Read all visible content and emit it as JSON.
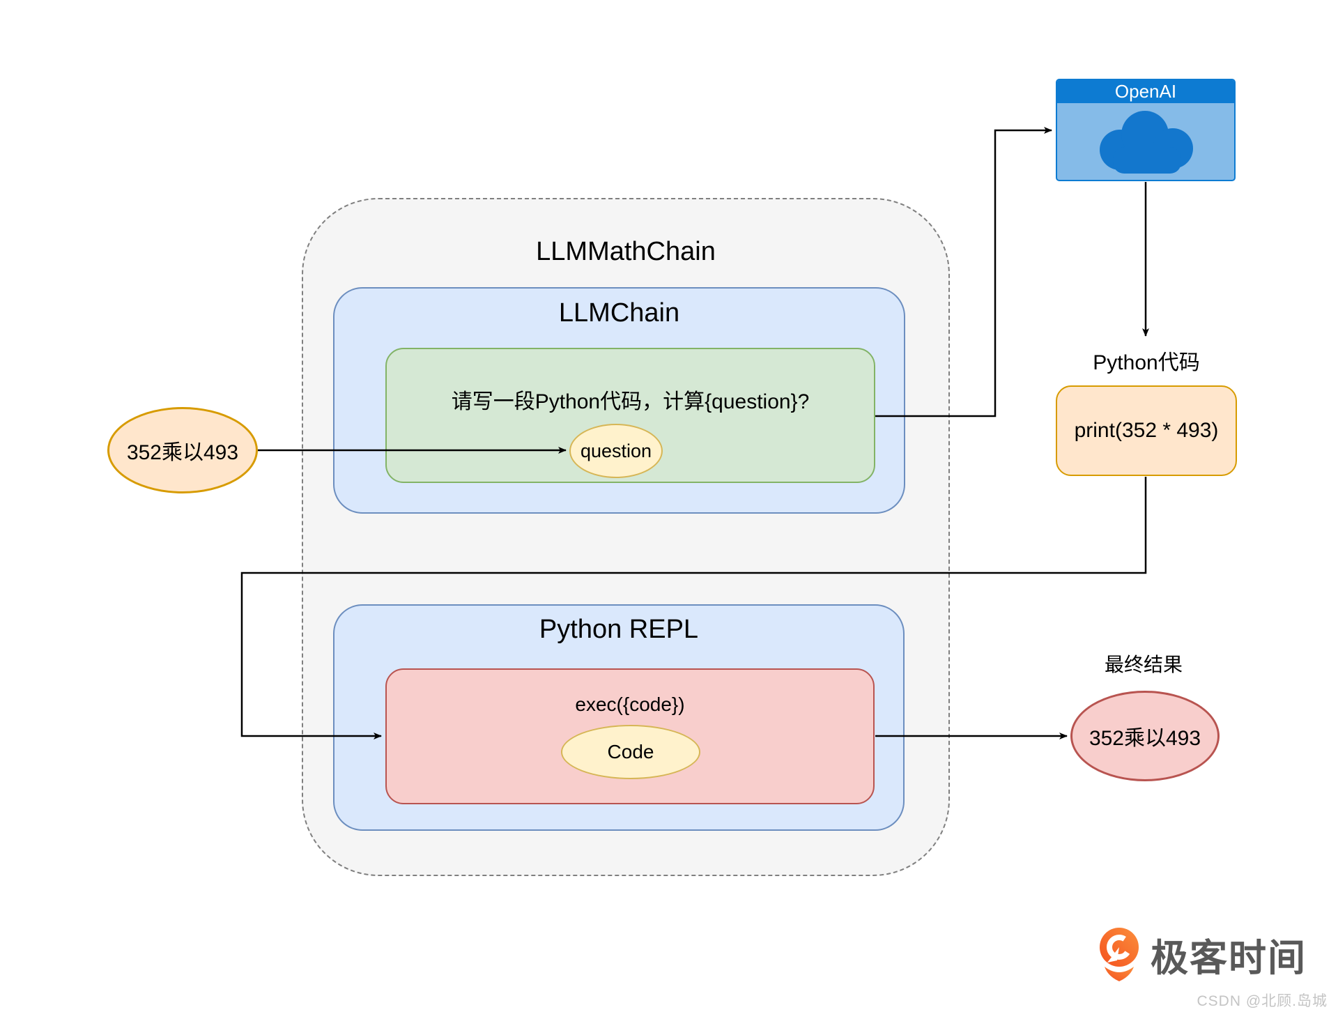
{
  "diagram": {
    "outer_title": "LLMMathChain",
    "llm_chain": {
      "title": "LLMChain",
      "prompt": "请写一段Python代码，计算{question}?",
      "question_slot": "question"
    },
    "input_node": "352乘以493",
    "openai_title": "OpenAI",
    "python_code_label": "Python代码",
    "python_code_value": "print(352 * 493)",
    "python_repl": {
      "title": "Python REPL",
      "exec_label": "exec({code})",
      "code_slot": "Code"
    },
    "result_label": "最终结果",
    "result_value": "352乘以493"
  },
  "branding": {
    "logo_text": "极客时间",
    "watermark": "CSDN @北顾.岛城"
  },
  "colors": {
    "container_fill": "#f5f5f5",
    "container_border": "#7f7f7f",
    "blue_fill": "#dae8fc",
    "blue_border": "#6c8ebf",
    "green_fill": "#d5e8d4",
    "green_border": "#82b366",
    "red_fill": "#f8cecc",
    "red_border": "#b85450",
    "yellow_fill": "#fff2cc",
    "yellow_border": "#d6b656",
    "orange_fill": "#ffe6cc",
    "orange_border": "#d79b00",
    "openai_header": "#0d7bd2",
    "openai_body": "#85bbe8",
    "cloud": "#1377cd",
    "arrow": "#000000",
    "logo_orange": "#f4511e"
  }
}
